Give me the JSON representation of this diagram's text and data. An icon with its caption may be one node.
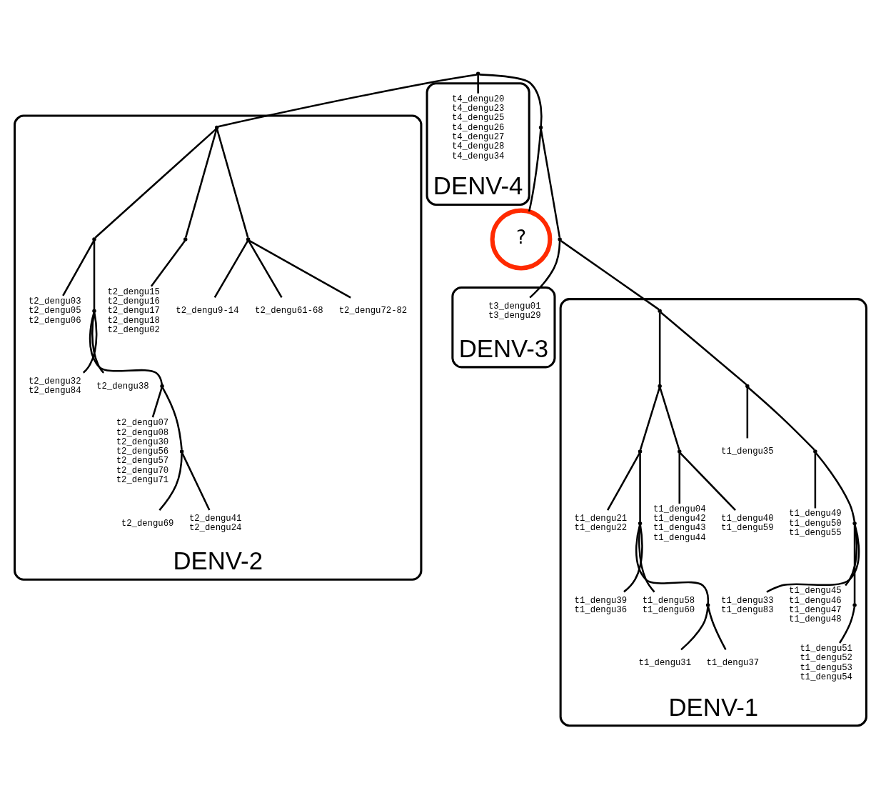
{
  "diagram": {
    "nodes": [
      {
        "text": [
          "DENV-2"
        ]
      },
      {
        "text": [
          "t2_dengu07",
          "t2_dengu08",
          "t2_dengu30",
          "t2_dengu56",
          "t2_dengu57",
          "t2_dengu70",
          "t2_dengu71"
        ],
        "in": 0
      },
      {
        "text": [
          "t2_dengu69"
        ],
        "in": 0
      },
      {
        "text": [
          "t2_dengu32",
          "t2_dengu84"
        ],
        "in": 0
      },
      {
        "text": [
          "t2_dengu41",
          "t2_dengu24"
        ],
        "in": 0
      },
      {
        "text": [
          "t2_dengu15",
          "t2_dengu16",
          "t2_dengu17",
          "t2_dengu18",
          "t2_dengu02"
        ],
        "in": 0
      },
      {
        "text": [
          "t2_dengu38"
        ],
        "in": 0
      },
      {
        "text": [
          "t2_dengu03",
          "t2_dengu05",
          "t2_dengu06"
        ],
        "in": 0
      },
      {
        "text": [
          "t2_dengu9-14"
        ],
        "in": 0
      },
      {
        "text": [
          "t2_dengu61-68"
        ],
        "in": 0
      },
      {
        "text": [
          "t2_dengu72-82"
        ],
        "in": 0
      },
      {
        "text": [],
        "shape": "point",
        "in": 0
      },
      {
        "text": [],
        "shape": "point",
        "in": 0
      },
      {
        "text": [],
        "shape": "point",
        "in": 0
      },
      {
        "text": [],
        "shape": "point",
        "in": 0
      },
      {
        "text": [],
        "shape": "point",
        "in": 0
      },
      {
        "text": [],
        "shape": "point",
        "in": 0
      },
      {
        "text": [],
        "shape": "point",
        "in": 0
      },
      {
        "text": [
          "DENV-4"
        ]
      },
      {
        "text": [
          "t4_dengu20",
          "t4_dengu23",
          "t4_dengu25",
          "t4_dengu26",
          "t4_dengu27",
          "t4_dengu28",
          "t4_dengu34"
        ],
        "in": 18
      },
      {
        "text": [],
        "shape": "point"
      },
      {
        "text": [],
        "shape": "point"
      },
      {
        "text": [
          "DENV-3"
        ]
      },
      {
        "text": [
          "t3_dengu01",
          "t3_dengu29"
        ],
        "in": 22
      },
      {
        "text": [
          "?"
        ]
      },
      {
        "text": [],
        "shape": "point"
      },
      {
        "text": [
          "DENV-1"
        ]
      },
      {
        "text": [],
        "shape": "point",
        "in": 26
      },
      {
        "text": [
          "t1_dengu35"
        ],
        "in": 26
      },
      {
        "text": [
          "t1_dengu49",
          "t1_dengu50",
          "t1_dengu55"
        ],
        "in": 26
      },
      {
        "text": [
          "t1_dengu51",
          "t1_dengu52",
          "t1_dengu53",
          "t1_dengu54"
        ],
        "in": 26
      },
      {
        "text": [
          "t1_dengu21",
          "t1_dengu22"
        ],
        "in": 26
      },
      {
        "text": [
          "t1_dengu31"
        ],
        "in": 26
      },
      {
        "text": [
          "t1_dengu37"
        ],
        "in": 26
      },
      {
        "text": [
          "t1_dengu33",
          "t1_dengu83"
        ],
        "in": 26
      },
      {
        "text": [
          "t1_dengu45",
          "t1_dengu46",
          "t1_dengu47",
          "t1_dengu48"
        ],
        "in": 26
      },
      {
        "text": [
          "t1_dengu39",
          "t1_dengu36"
        ],
        "in": 26
      },
      {
        "text": [
          "t1_dengu58",
          "t1_dengu60"
        ],
        "in": 26
      },
      {
        "text": [
          "t1_dengu04",
          "t1_dengu42",
          "t1_dengu43",
          "t1_dengu44"
        ],
        "in": 26
      },
      {
        "text": [
          "t1_dengu40",
          "t1_dengu59"
        ],
        "in": 26
      },
      {
        "text": [],
        "shape": "point",
        "in": 26
      },
      {
        "text": [],
        "shape": "point",
        "in": 26
      },
      {
        "text": [],
        "shape": "point",
        "in": 26
      },
      {
        "text": [],
        "shape": "point",
        "in": 26
      },
      {
        "text": [],
        "shape": "point",
        "in": 26
      },
      {
        "text": [],
        "shape": "point",
        "in": 26
      },
      {
        "text": [],
        "shape": "point",
        "in": 26
      },
      {
        "text": [],
        "shape": "point",
        "in": 26
      },
      {
        "text": [],
        "shape": "point",
        "in": 26
      }
    ],
    "edges": [
      {
        "from": 20,
        "to": 17,
        "arrow": "none"
      },
      {
        "from": 20,
        "to": 19,
        "arrow": "none"
      },
      {
        "from": 20,
        "to": 21,
        "arrow": "none"
      },
      {
        "from": 21,
        "to": 24,
        "arrow": "none"
      },
      {
        "from": 21,
        "to": 25,
        "arrow": "none"
      },
      {
        "from": 25,
        "to": 23,
        "arrow": "none"
      },
      {
        "from": 25,
        "to": 27,
        "arrow": "none"
      },
      {
        "from": 17,
        "to": 16,
        "arrow": "none"
      },
      {
        "from": 16,
        "to": 8,
        "arrow": "none"
      },
      {
        "from": 16,
        "to": 9,
        "arrow": "none"
      },
      {
        "from": 16,
        "to": 10,
        "arrow": "none"
      },
      {
        "from": 17,
        "to": 15,
        "arrow": "none"
      },
      {
        "from": 15,
        "to": 5,
        "arrow": "none"
      },
      {
        "from": 17,
        "to": 14,
        "arrow": "none"
      },
      {
        "from": 14,
        "to": 7,
        "arrow": "none"
      },
      {
        "from": 14,
        "to": 13,
        "arrow": "none"
      },
      {
        "from": 13,
        "to": 3,
        "arrow": "none"
      },
      {
        "from": 13,
        "to": 6,
        "arrow": "none"
      },
      {
        "from": 13,
        "to": 12,
        "arrow": "none"
      },
      {
        "from": 12,
        "to": 1,
        "arrow": "none"
      },
      {
        "from": 12,
        "to": 11,
        "arrow": "none"
      },
      {
        "from": 11,
        "to": 2,
        "arrow": "none"
      },
      {
        "from": 11,
        "to": 4,
        "arrow": "none"
      },
      {
        "from": 27,
        "to": 40,
        "arrow": "none"
      },
      {
        "from": 40,
        "to": 41,
        "arrow": "none"
      },
      {
        "from": 41,
        "to": 31,
        "arrow": "none"
      },
      {
        "from": 41,
        "to": 42,
        "arrow": "none"
      },
      {
        "from": 42,
        "to": 43,
        "arrow": "none"
      },
      {
        "from": 43,
        "to": 32,
        "arrow": "none"
      },
      {
        "from": 43,
        "to": 33,
        "arrow": "none"
      },
      {
        "from": 42,
        "to": 36,
        "arrow": "none"
      },
      {
        "from": 42,
        "to": 37,
        "arrow": "none"
      },
      {
        "from": 40,
        "to": 44,
        "arrow": "none"
      },
      {
        "from": 44,
        "to": 38,
        "arrow": "none"
      },
      {
        "from": 44,
        "to": 39,
        "arrow": "none"
      },
      {
        "from": 27,
        "to": 45,
        "arrow": "none"
      },
      {
        "from": 45,
        "to": 28,
        "arrow": "none"
      },
      {
        "from": 45,
        "to": 46,
        "arrow": "none"
      },
      {
        "from": 46,
        "to": 29,
        "arrow": "none"
      },
      {
        "from": 46,
        "to": 47,
        "arrow": "none"
      },
      {
        "from": 47,
        "to": 34,
        "arrow": "none"
      },
      {
        "from": 47,
        "to": 35,
        "arrow": "none"
      },
      {
        "from": 47,
        "to": 48,
        "arrow": "none"
      },
      {
        "from": 48,
        "to": 30,
        "arrow": "none"
      }
    ]
  }
}
